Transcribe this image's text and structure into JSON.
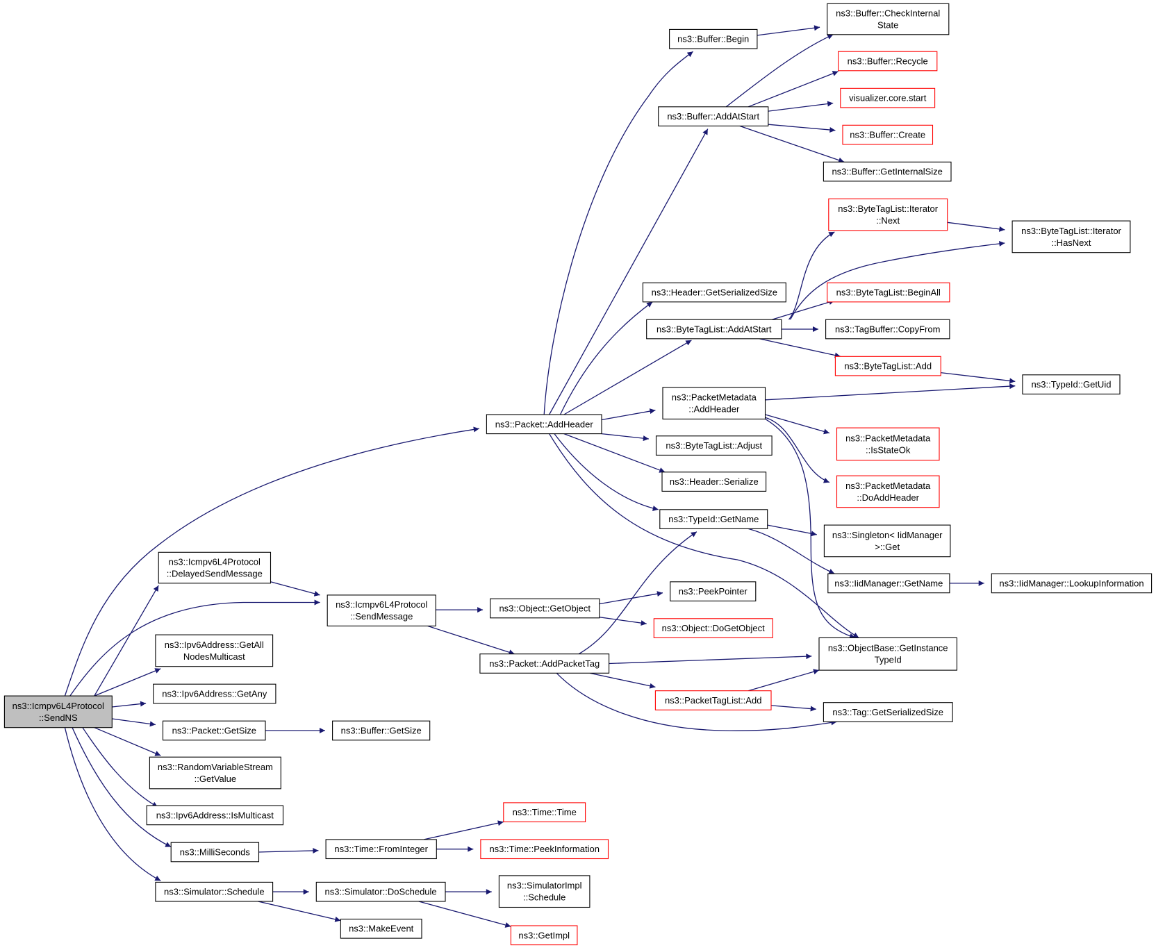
{
  "colors": {
    "edge": "#191970",
    "node_border": "#000000",
    "node_border_truncated": "#ff0000",
    "root_fill": "#bfbfbf",
    "node_fill": "#ffffff",
    "text": "#000000"
  },
  "nodes": {
    "sendns": [
      "ns3::Icmpv6L4Protocol",
      "::SendNS"
    ],
    "delayed": [
      "ns3::Icmpv6L4Protocol",
      "::DelayedSendMessage"
    ],
    "sendmsg": [
      "ns3::Icmpv6L4Protocol",
      "::SendMessage"
    ],
    "getallnodes": [
      "ns3::Ipv6Address::GetAll",
      "NodesMulticast"
    ],
    "getany": [
      "ns3::Ipv6Address::GetAny"
    ],
    "pktgetsize": [
      "ns3::Packet::GetSize"
    ],
    "bufgetsize": [
      "ns3::Buffer::GetSize"
    ],
    "rvsgetvalue": [
      "ns3::RandomVariableStream",
      "::GetValue"
    ],
    "ismulticast": [
      "ns3::Ipv6Address::IsMulticast"
    ],
    "millis": [
      "ns3::MilliSeconds"
    ],
    "fromint": [
      "ns3::Time::FromInteger"
    ],
    "timetime": [
      "ns3::Time::Time"
    ],
    "peekinfo": [
      "ns3::Time::PeekInformation"
    ],
    "simschedule": [
      "ns3::Simulator::Schedule"
    ],
    "doschedule": [
      "ns3::Simulator::DoSchedule"
    ],
    "simimplschedule": [
      "ns3::SimulatorImpl",
      "::Schedule"
    ],
    "getimpl": [
      "ns3::GetImpl"
    ],
    "makeevent": [
      "ns3::MakeEvent"
    ],
    "addheader": [
      "ns3::Packet::AddHeader"
    ],
    "getobject": [
      "ns3::Object::GetObject"
    ],
    "peekpointer": [
      "ns3::PeekPointer"
    ],
    "dogetobject": [
      "ns3::Object::DoGetObject"
    ],
    "addpackettag": [
      "ns3::Packet::AddPacketTag"
    ],
    "ptladd": [
      "ns3::PacketTagList::Add"
    ],
    "getinstancetypeid": [
      "ns3::ObjectBase::GetInstance",
      "TypeId"
    ],
    "taggetsersize": [
      "ns3::Tag::GetSerializedSize"
    ],
    "bufbegin": [
      "ns3::Buffer::Begin"
    ],
    "bufcheck": [
      "ns3::Buffer::CheckInternal",
      "State"
    ],
    "bufaddatstart": [
      "ns3::Buffer::AddAtStart"
    ],
    "bufrecycle": [
      "ns3::Buffer::Recycle"
    ],
    "vizstart": [
      "visualizer.core.start"
    ],
    "bufcreate": [
      "ns3::Buffer::Create"
    ],
    "bufgetinternalsize": [
      "ns3::Buffer::GetInternalSize"
    ],
    "hdrgetsersize": [
      "ns3::Header::GetSerializedSize"
    ],
    "btladdatstart": [
      "ns3::ByteTagList::AddAtStart"
    ],
    "btlitnext": [
      "ns3::ByteTagList::Iterator",
      "::Next"
    ],
    "btlithasnext": [
      "ns3::ByteTagList::Iterator",
      "::HasNext"
    ],
    "btlbeginall": [
      "ns3::ByteTagList::BeginAll"
    ],
    "tagbufcopy": [
      "ns3::TagBuffer::CopyFrom"
    ],
    "btladd": [
      "ns3::ByteTagList::Add"
    ],
    "typeidgetuid": [
      "ns3::TypeId::GetUid"
    ],
    "pmaddheader": [
      "ns3::PacketMetadata",
      "::AddHeader"
    ],
    "pmisstateok": [
      "ns3::PacketMetadata",
      "::IsStateOk"
    ],
    "pmdoaddheader": [
      "ns3::PacketMetadata",
      "::DoAddHeader"
    ],
    "btladjust": [
      "ns3::ByteTagList::Adjust"
    ],
    "hdrserialize": [
      "ns3::Header::Serialize"
    ],
    "typeidgetname": [
      "ns3::TypeId::GetName"
    ],
    "singletonget": [
      "ns3::Singleton< IidManager",
      ">::Get"
    ],
    "iidgetname": [
      "ns3::IidManager::GetName"
    ],
    "iidlookup": [
      "ns3::IidManager::LookupInformation"
    ]
  }
}
